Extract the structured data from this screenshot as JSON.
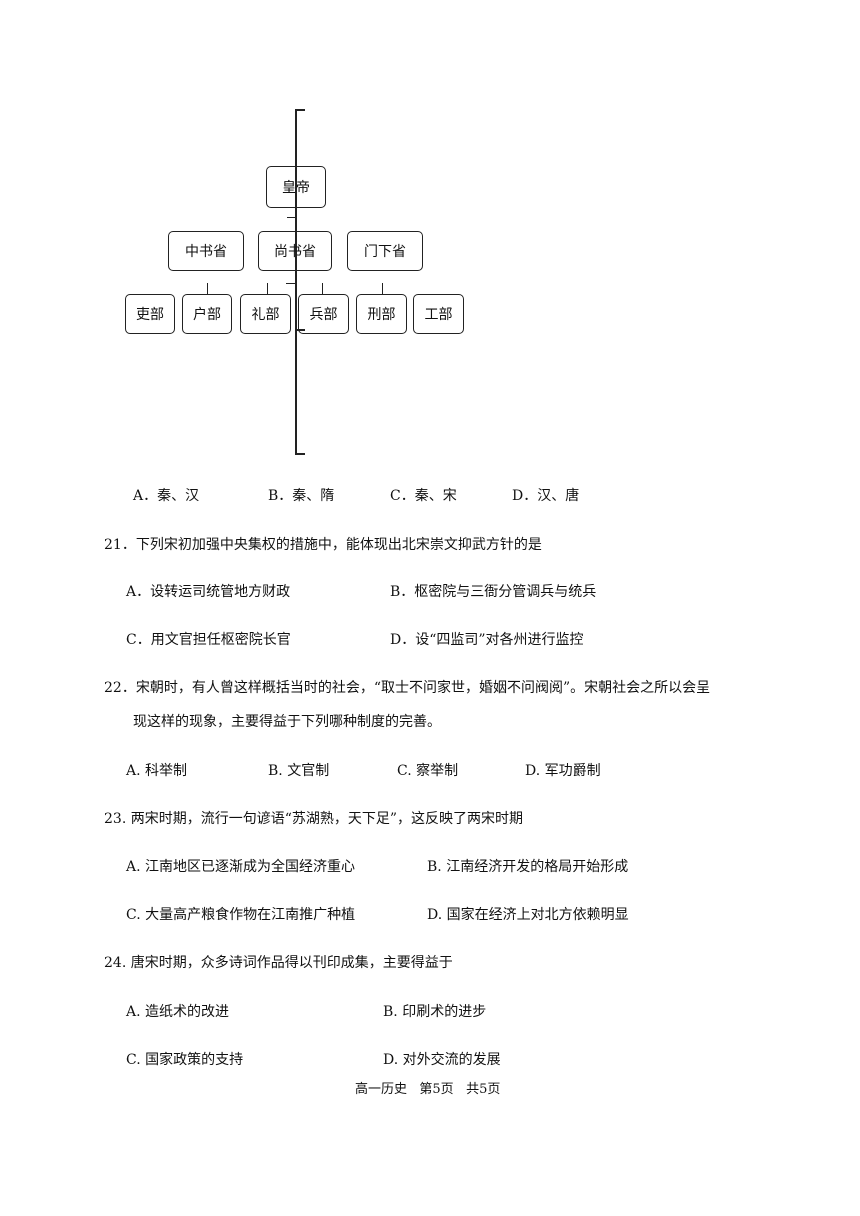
{
  "diagram": {
    "emperor": "皇帝",
    "departments": [
      "中书省",
      "尚书省",
      "门下省"
    ],
    "ministries": [
      "吏部",
      "户部",
      "礼部",
      "兵部",
      "刑部",
      "工部"
    ]
  },
  "q20_options": [
    "A．秦、汉",
    "B．秦、隋",
    "C．秦、宋",
    "D．汉、唐"
  ],
  "q21": {
    "stem": "21．下列宋初加强中央集权的措施中，能体现出北宋崇文抑武方针的是",
    "options": [
      "A．设转运司统管地方财政",
      "B．枢密院与三衙分管调兵与统兵",
      "C．用文官担任枢密院长官",
      "D．设“四监司”对各州进行监控"
    ]
  },
  "q22": {
    "stem_line1": "22．宋朝时，有人曾这样概括当时的社会，“取士不问家世，婚姻不问阀阅”。宋朝社会之所以会呈",
    "stem_line2": "现这样的现象，主要得益于下列哪种制度的完善。",
    "options": [
      "A.  科举制",
      "B.  文官制",
      "C.  察举制",
      "D.  军功爵制"
    ]
  },
  "q23": {
    "stem": "23.  两宋时期，流行一句谚语“苏湖熟，天下足”，这反映了两宋时期",
    "options": [
      "A.  江南地区已逐渐成为全国经济重心",
      "B.  江南经济开发的格局开始形成",
      "C.  大量高产粮食作物在江南推广种植",
      "D.  国家在经济上对北方依赖明显"
    ]
  },
  "q24": {
    "stem": "24.  唐宋时期，众多诗词作品得以刊印成集，主要得益于",
    "options": [
      "A.  造纸术的改进",
      "B.  印刷术的进步",
      "C.  国家政策的支持",
      "D.  对外交流的发展"
    ]
  },
  "footer": "高一历史   第5页   共5页"
}
